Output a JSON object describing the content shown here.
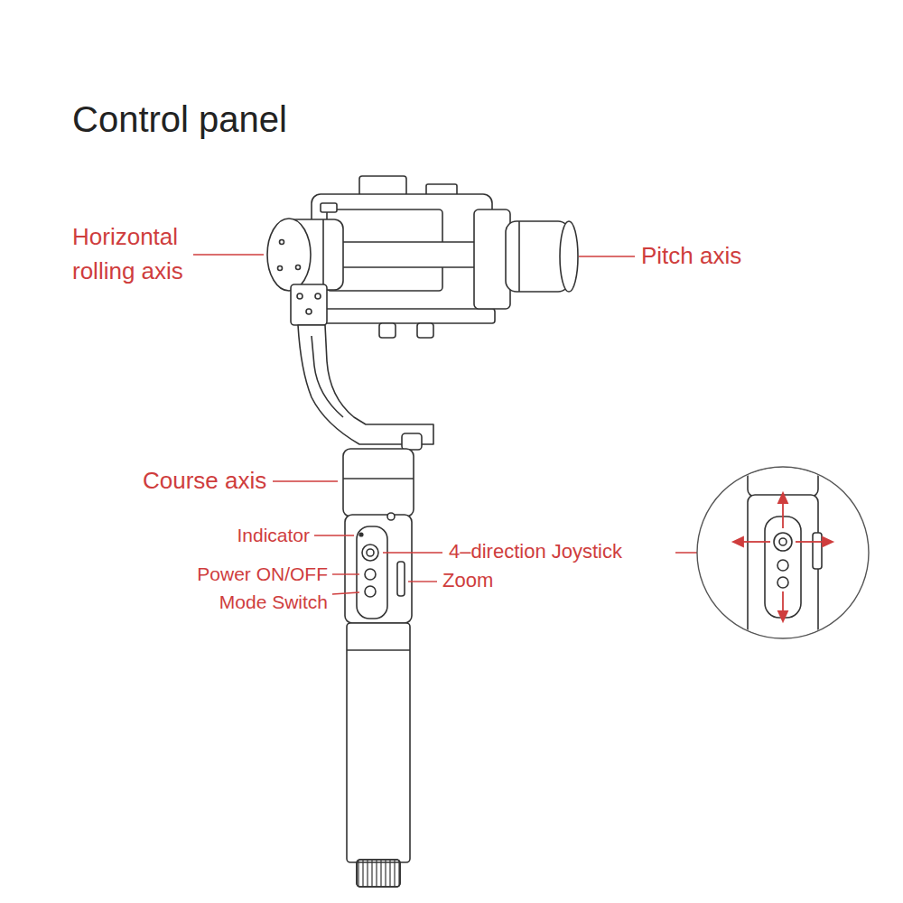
{
  "diagram": {
    "title": "Control panel",
    "labels": [
      "Horizontal rolling axis",
      "Pitch axis",
      "Course axis",
      "Indicator",
      "Power ON/OFF",
      "Mode Switch",
      "4–direction Joystick",
      "Zoom"
    ]
  }
}
